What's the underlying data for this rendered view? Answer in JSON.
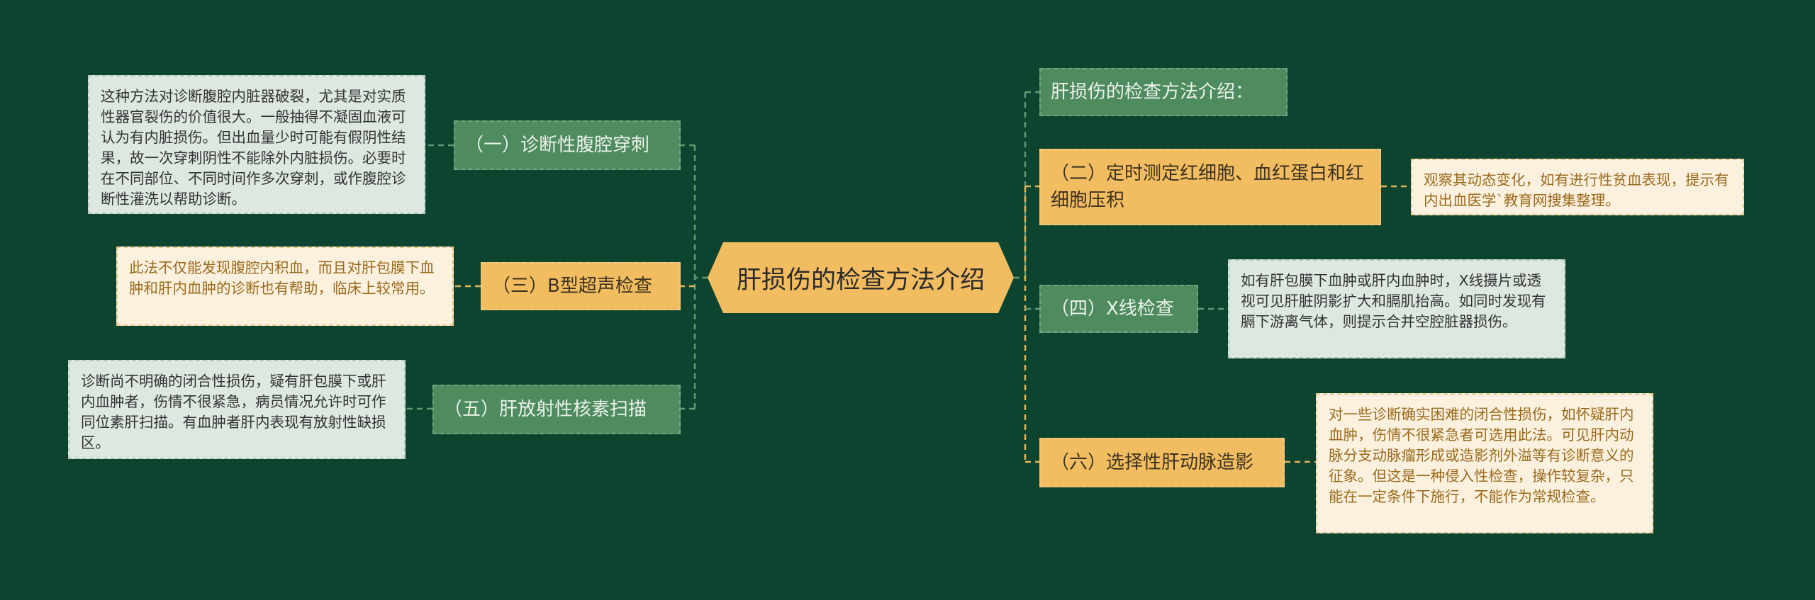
{
  "diagram": {
    "title": "肝损伤的检查方法介绍",
    "colors": {
      "background": "#0c4430",
      "center": "#f2bd60",
      "branch_green": "#4e8b5e",
      "branch_gold": "#f2bd60",
      "leaf_mint": "#dde8e0",
      "leaf_cream": "#fcf1df",
      "connector_green": "#5f9a72",
      "connector_gold": "#e2b35a"
    },
    "left": [
      {
        "label": "（一）诊断性腹腔穿刺",
        "detail": "这种方法对诊断腹腔内脏器破裂，尤其是对实质性器官裂伤的价值很大。一般抽得不凝固血液可认为有内脏损伤。但出血量少时可能有假阴性结果，故一次穿刺阴性不能除外内脏损伤。必要时在不同部位、不同时间作多次穿刺，或作腹腔诊断性灌洗以帮助诊断。"
      },
      {
        "label": "（三）B型超声检查",
        "detail": "此法不仅能发现腹腔内积血，而且对肝包膜下血肿和肝内血肿的诊断也有帮助，临床上较常用。"
      },
      {
        "label": "（五）肝放射性核素扫描",
        "detail": "诊断尚不明确的闭合性损伤，疑有肝包膜下或肝内血肿者，伤情不很紧急，病员情况允许时可作同位素肝扫描。有血肿者肝内表现有放射性缺损区。"
      }
    ],
    "right": [
      {
        "label": "肝损伤的检查方法介绍："
      },
      {
        "label": "（二）定时测定红细胞、血红蛋白和红细胞压积",
        "detail": "观察其动态变化，如有进行性贫血表现，提示有内出血医学`教育网搜集整理。"
      },
      {
        "label": "（四）X线检查",
        "detail": "如有肝包膜下血肿或肝内血肿时，X线摄片或透视可见肝脏阴影扩大和膈肌抬高。如同时发现有膈下游离气体，则提示合并空腔脏器损伤。"
      },
      {
        "label": "（六）选择性肝动脉造影",
        "detail": "对一些诊断确实困难的闭合性损伤，如怀疑肝内血肿，伤情不很紧急者可选用此法。可见肝内动脉分支动脉瘤形成或造影剂外溢等有诊断意义的征象。但这是一种侵入性检查，操作较复杂，只能在一定条件下施行，不能作为常规检查。"
      }
    ]
  }
}
